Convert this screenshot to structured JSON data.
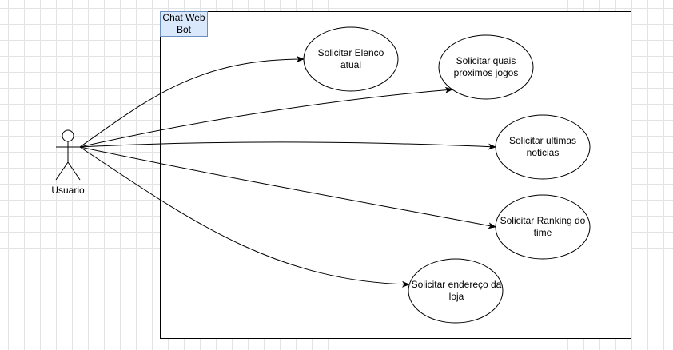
{
  "system": {
    "label": "Chat Web Bot"
  },
  "actor": {
    "label": "Usuario"
  },
  "use_cases": [
    {
      "label": "Solicitar Elenco atual"
    },
    {
      "label": "Solicitar quais proximos jogos"
    },
    {
      "label": "Solicitar ultimas noticias"
    },
    {
      "label": "Solicitar Ranking do time"
    },
    {
      "label": "Solicitar endereço da loja"
    }
  ],
  "colors": {
    "line": "#000000",
    "tab_fill": "#dae8fc",
    "tab_border": "#6c8ebf",
    "grid": "#e3e3e3"
  }
}
